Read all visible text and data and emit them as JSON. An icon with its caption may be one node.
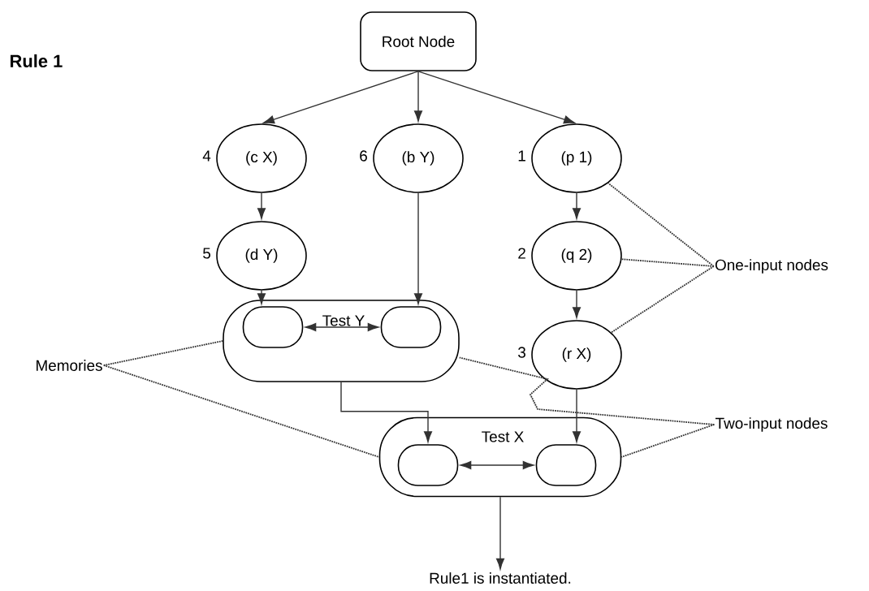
{
  "diagram": {
    "title": "Rule 1",
    "nodes": [
      {
        "text": [
          "Root Node"
        ]
      },
      {
        "text": [
          "(c X)"
        ],
        "beside": [
          "4"
        ]
      },
      {
        "text": [
          "(b Y)"
        ],
        "beside": [
          "6"
        ]
      },
      {
        "text": [
          "(p 1)"
        ],
        "beside": [
          "1"
        ]
      },
      {
        "text": [
          "(d Y)"
        ],
        "beside": [
          "5"
        ]
      },
      {
        "text": [
          "(q 2)"
        ],
        "beside": [
          "2"
        ]
      },
      {
        "text": [
          "(r X)"
        ],
        "beside": [
          "3"
        ]
      },
      {
        "text": [
          "Test Y"
        ]
      },
      {
        "text": [],
        "shape": "box",
        "in": 7
      },
      {
        "text": [],
        "shape": "box",
        "in": 7
      },
      {
        "text": [
          "Test X"
        ]
      },
      {
        "text": [],
        "shape": "box",
        "in": 10
      },
      {
        "text": [],
        "shape": "box",
        "in": 10
      },
      {
        "text": [
          "Rule1 is instantiated."
        ]
      },
      {
        "text": [
          "Memories"
        ]
      },
      {
        "text": [
          "One-input nodes"
        ]
      },
      {
        "text": [
          "Two-input nodes"
        ]
      }
    ],
    "edges": [
      {
        "from": 0,
        "to": 1,
        "arrow": "to"
      },
      {
        "from": 0,
        "to": 2,
        "arrow": "to"
      },
      {
        "from": 0,
        "to": 3,
        "arrow": "to"
      },
      {
        "from": 1,
        "to": 4,
        "arrow": "to"
      },
      {
        "from": 3,
        "to": 5,
        "arrow": "to"
      },
      {
        "from": 5,
        "to": 6,
        "arrow": "to"
      },
      {
        "from": 4,
        "to": 8,
        "arrow": "to"
      },
      {
        "from": 2,
        "to": 9,
        "arrow": "to"
      },
      {
        "from": 8,
        "to": 9,
        "arrow": "both"
      },
      {
        "from": 7,
        "to": 11,
        "arrow": "to"
      },
      {
        "from": 6,
        "to": 12,
        "arrow": "to"
      },
      {
        "from": 11,
        "to": 12,
        "arrow": "both"
      },
      {
        "from": 10,
        "to": 13,
        "arrow": "to"
      },
      {
        "from": 14,
        "to": 7,
        "arrow": "none",
        "style": "dashed"
      },
      {
        "from": 14,
        "to": 10,
        "arrow": "none",
        "style": "dashed"
      },
      {
        "from": 15,
        "to": 3,
        "arrow": "none",
        "style": "dashed"
      },
      {
        "from": 15,
        "to": 5,
        "arrow": "none",
        "style": "dashed"
      },
      {
        "from": 15,
        "to": 6,
        "arrow": "none",
        "style": "dashed"
      },
      {
        "from": 16,
        "to": 7,
        "arrow": "none",
        "style": "dashed"
      },
      {
        "from": 16,
        "to": 10,
        "arrow": "none",
        "style": "dashed"
      }
    ]
  }
}
